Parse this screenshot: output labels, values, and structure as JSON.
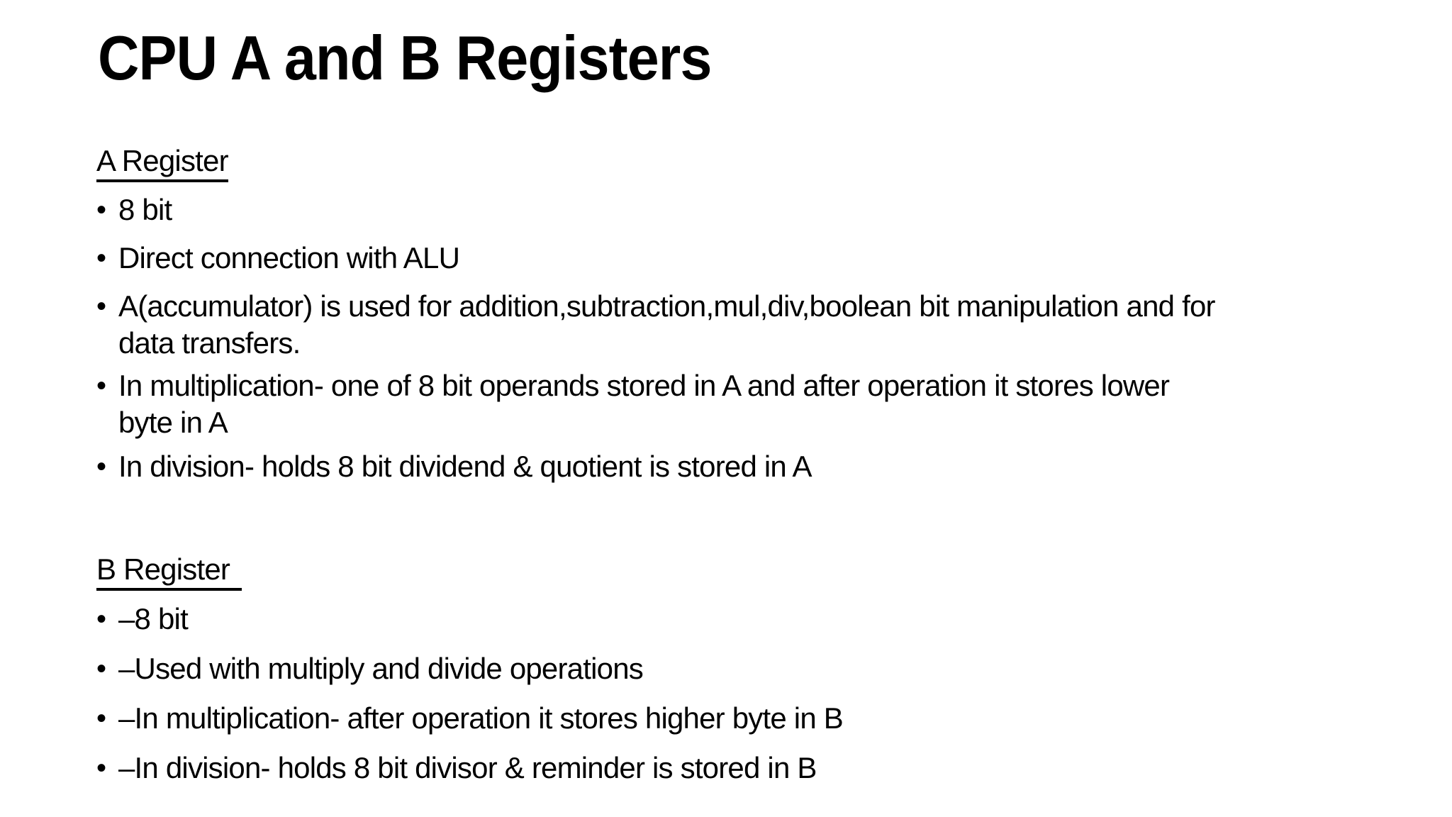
{
  "slide": {
    "title": "CPU A and B Registers",
    "bullet_char": "•",
    "background_color": "#ffffff",
    "text_color": "#000000",
    "sections": [
      {
        "heading": "A Register",
        "bullets": [
          "8 bit",
          "Direct connection with ALU",
          "A(accumulator) is used for addition,subtraction,mul,div,boolean bit manipulation and for\ndata transfers.",
          "In multiplication- one of 8 bit operands stored in A and after operation it stores lower\nbyte in A",
          "In division- holds 8 bit dividend & quotient is stored in A"
        ]
      },
      {
        "heading": "B Register",
        "bullets": [
          "–8 bit",
          "–Used with multiply and divide operations",
          "–In multiplication- after operation it stores higher byte in B",
          "–In division- holds 8 bit divisor & reminder is stored in B"
        ]
      }
    ]
  }
}
